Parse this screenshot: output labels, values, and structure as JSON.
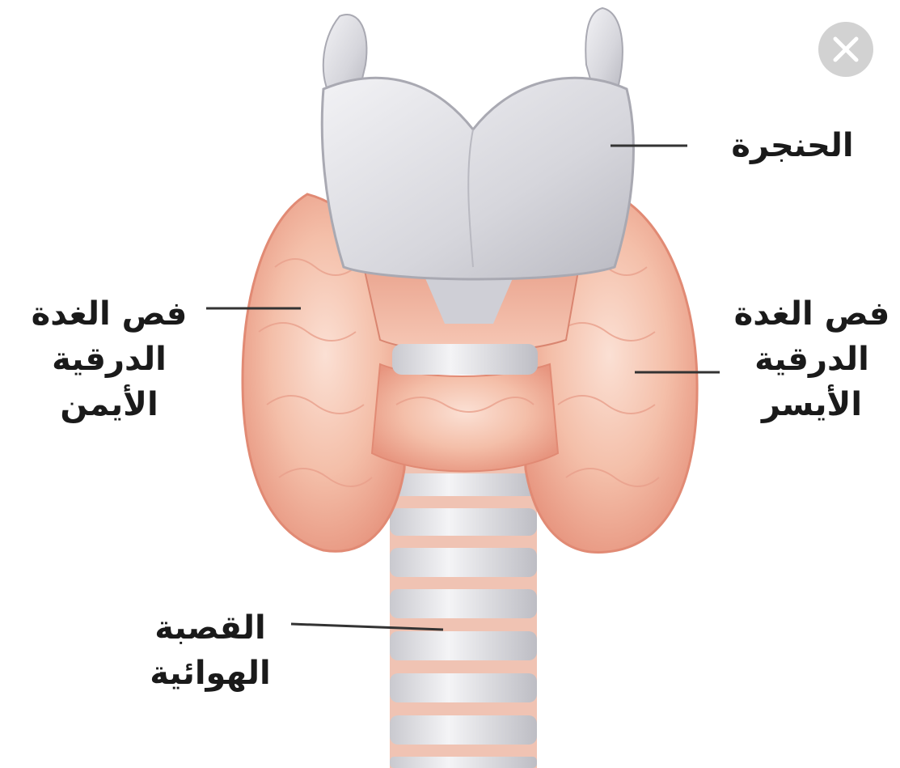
{
  "labels": {
    "larynx": "الحنجرة",
    "right_lobe": [
      "فص الغدة",
      "الدرقية",
      "الأيمن"
    ],
    "left_lobe": [
      "فص الغدة",
      "الدرقية",
      "الأيسر"
    ],
    "trachea": [
      "القصبة",
      "الهوائية"
    ]
  },
  "icons": {
    "close": "close-icon"
  },
  "colors": {
    "thyroid": "#f3b9a6",
    "thyroid_shadow": "#e39682",
    "cartilage": "#d9d9de",
    "trachea_ring": "#e8e8ec",
    "leader_line": "#333333",
    "close_button": "#d2d2d2"
  }
}
